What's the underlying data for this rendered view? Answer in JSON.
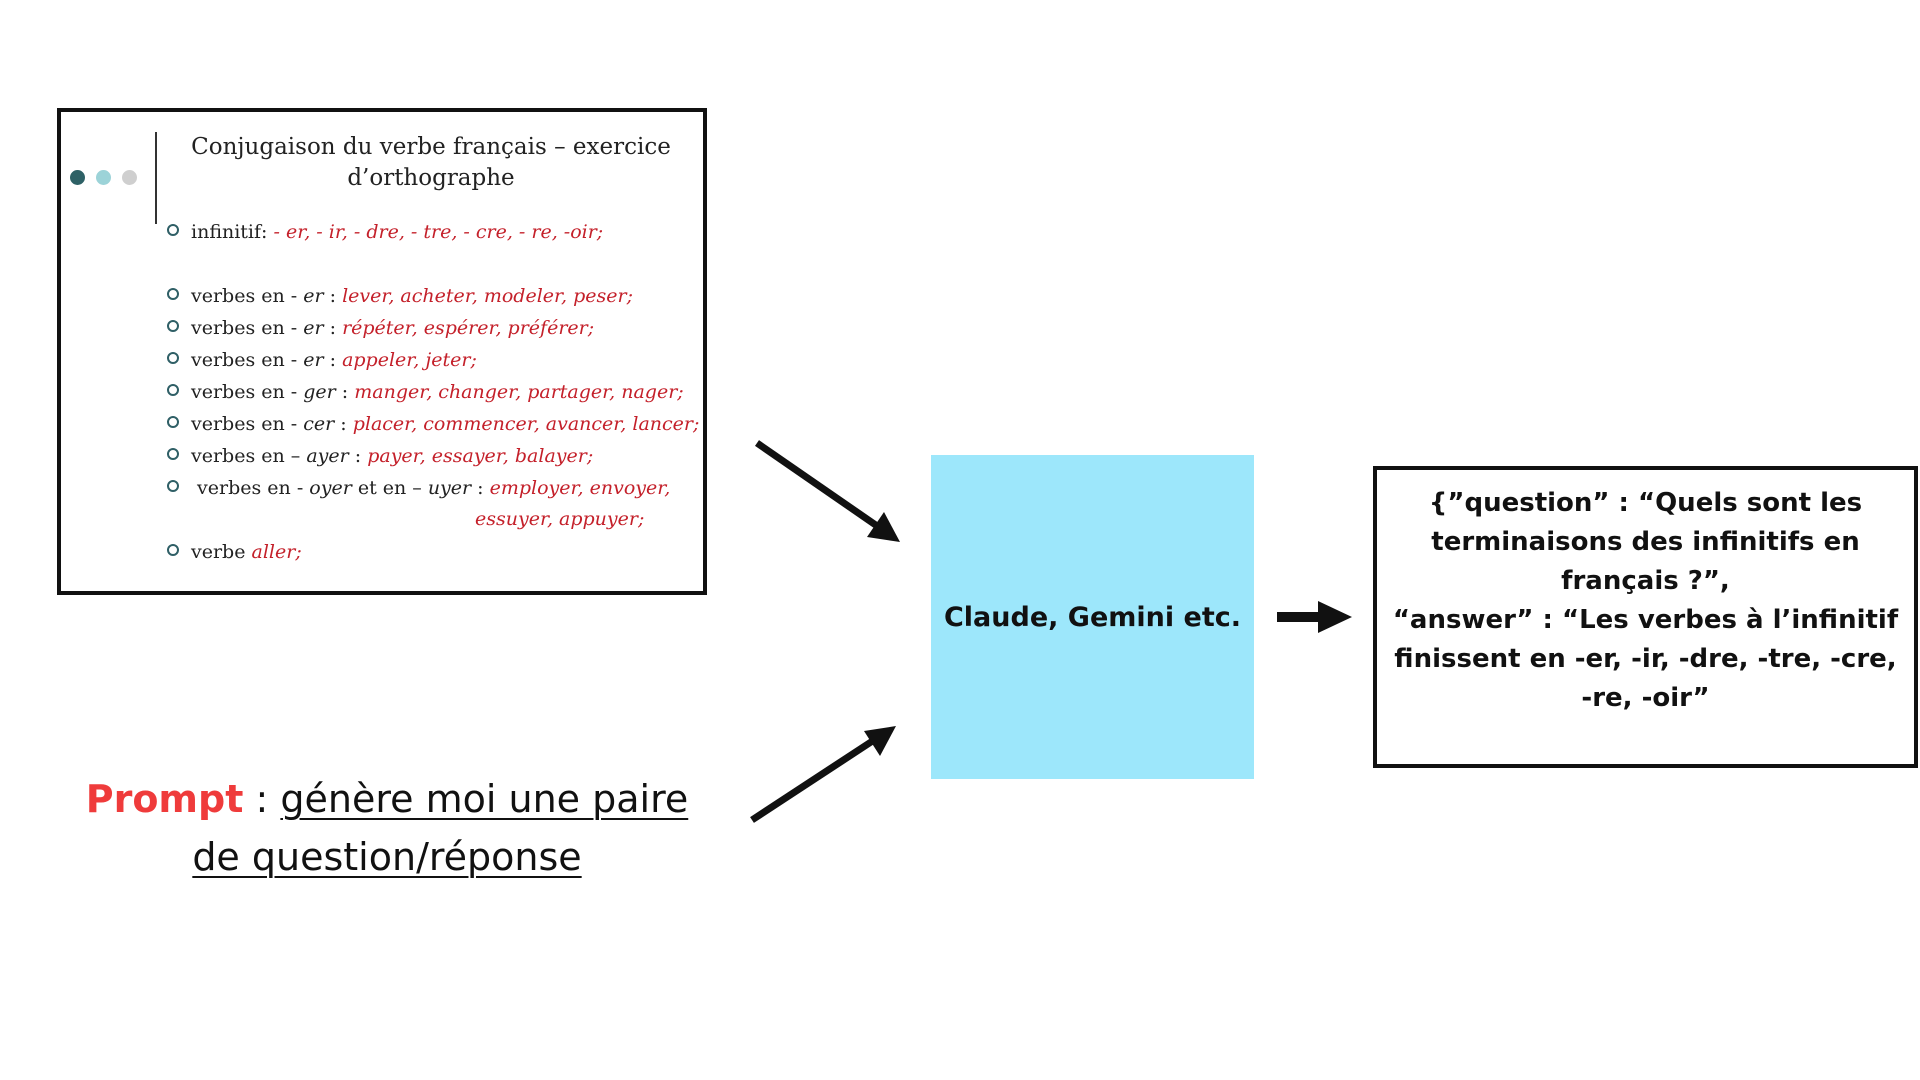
{
  "slide": {
    "title": "Conjugaison du verbe français – exercice d’orthographe",
    "dot_colors": [
      "#2e6166",
      "#9cd3d8",
      "#cfcfcf"
    ],
    "bullets": [
      {
        "prefix": "infinitif: ",
        "term": "",
        "after": "",
        "examples": "- er, - ir, - dre, - tre, - cre, - re, -oir;"
      },
      {
        "prefix": "verbes en - ",
        "term": "er",
        "after": " : ",
        "examples": "lever, acheter, modeler, peser;"
      },
      {
        "prefix": "verbes en - ",
        "term": "er",
        "after": " : ",
        "examples": "répéter, espérer, préférer;"
      },
      {
        "prefix": "verbes  en - ",
        "term": "er",
        "after": " : ",
        "examples": "appeler, jeter;"
      },
      {
        "prefix": "verbes  en - ",
        "term": "ger",
        "after": " : ",
        "examples": "manger, changer, partager, nager;"
      },
      {
        "prefix": "verbes  en - ",
        "term": "cer",
        "after": " : ",
        "examples": "placer, commencer, avancer, lancer;"
      },
      {
        "prefix": "verbes en – ",
        "term": "ayer",
        "after": " : ",
        "examples": "payer, essayer, balayer;"
      },
      {
        "prefix": " verbes en - ",
        "term": "oyer",
        "after": " et en – ",
        "term2": "uyer",
        "after2": " : ",
        "examples": "employer, envoyer,"
      },
      {
        "prefix": "verbe ",
        "term": "",
        "after": "",
        "examples": "aller;"
      }
    ],
    "continuation": "essuyer, appuyer;"
  },
  "prompt": {
    "label": "Prompt",
    "separator": " : ",
    "text": "génère moi une paire de question/réponse"
  },
  "llm": {
    "label": "Claude, Gemini etc.",
    "color": "#9de7fb"
  },
  "output": {
    "line1": "{”question” : “Quels sont les terminaisons des infinitifs en français ?”,",
    "line2": "“answer” : “Les verbes à l’infinitif finissent en -er, -ir, -dre, -tre, -cre, -re, -oir”"
  },
  "colors": {
    "example_red": "#c4202a",
    "prompt_red": "#ef3b3b"
  }
}
